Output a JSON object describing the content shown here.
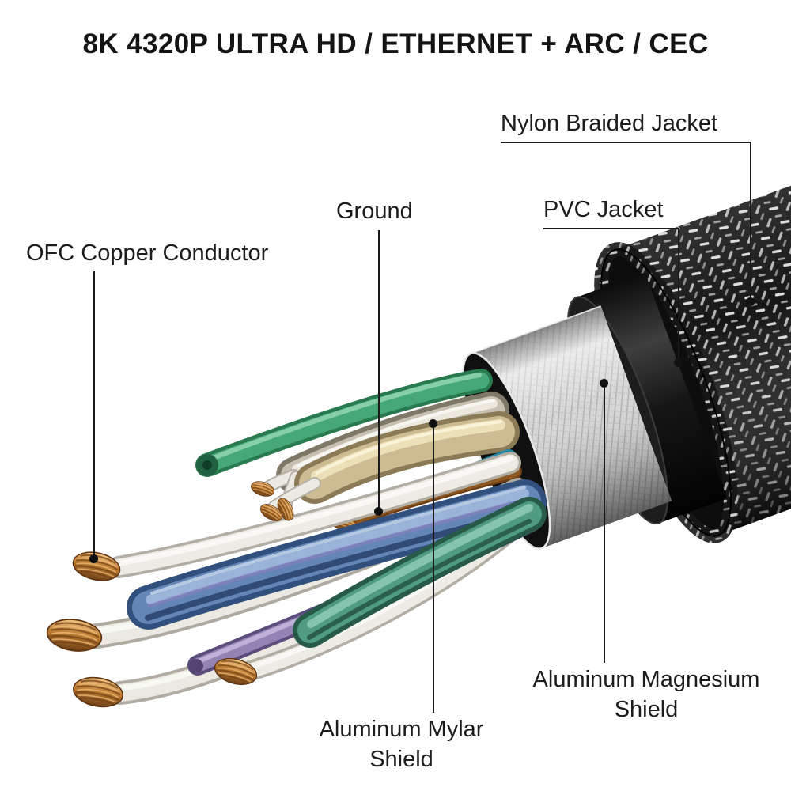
{
  "title": "8K 4320P ULTRA HD / ETHERNET + ARC / CEC",
  "diagram": {
    "type": "hdmi-cable-cutaway",
    "labels": {
      "nylon": {
        "text": "Nylon Braided Jacket"
      },
      "pvc": {
        "text": "PVC Jacket"
      },
      "ground": {
        "text": "Ground"
      },
      "ofc": {
        "text": "OFC Copper Conductor"
      },
      "almg": {
        "line1": "Aluminum Magnesium",
        "line2": "Shield"
      },
      "mylar": {
        "line1": "Aluminum Mylar",
        "line2": "Shield"
      }
    },
    "colors": {
      "background": "#ffffff",
      "text": "#1c1c1c",
      "callout_line": "#1a1a1a",
      "braid": "#161616",
      "braid_highlight": "#dcdcdc",
      "pvc": "#1d1d1d",
      "aluminum_shield": "#d7d7d7",
      "copper": "#b5762f",
      "wire_green": "#46a879",
      "wire_cyan": "#3fb8dc",
      "wire_pink": "#eaaacd",
      "wire_blue": "#6486b6",
      "wire_teal": "#4f9c83",
      "wire_purple": "#9284b4",
      "foil_gold": "#cdbc92",
      "foil_silver": "#c6c0b2",
      "insulation_white": "#edebe3"
    }
  }
}
